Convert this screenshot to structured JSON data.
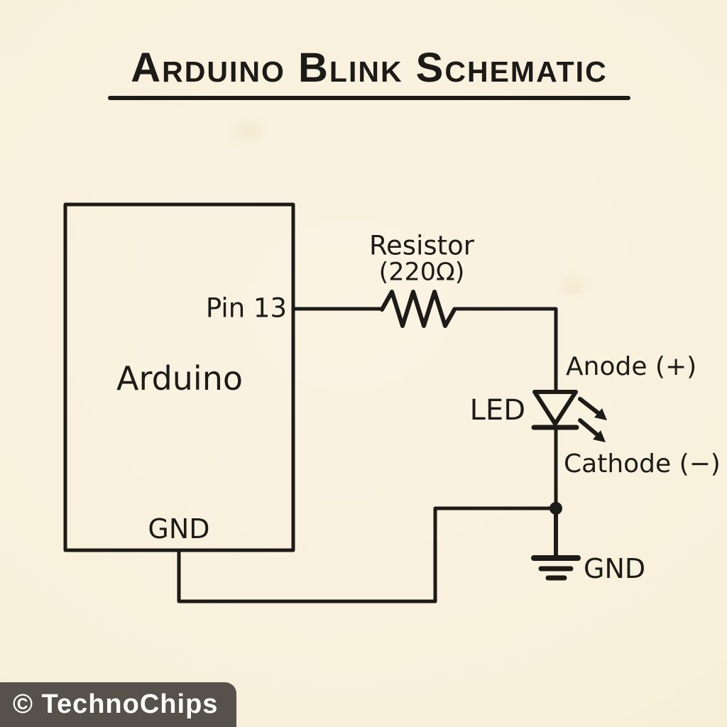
{
  "title": {
    "text": "Arduino Blink Schematic"
  },
  "board": {
    "label": "Arduino",
    "pin13_label": "Pin 13",
    "gnd_label": "GND"
  },
  "resistor": {
    "label": "Resistor",
    "value": "(220Ω)"
  },
  "led": {
    "label": "LED",
    "anode_label": "Anode (+)",
    "cathode_label": "Cathode (−)"
  },
  "ground": {
    "label": "GND"
  },
  "watermark": {
    "text": "© TechnoChips"
  },
  "colors": {
    "ink": "#1d1b17",
    "paper": "#f8f0da",
    "badge_bg": "#56514a",
    "badge_text": "#fdfdfb"
  }
}
